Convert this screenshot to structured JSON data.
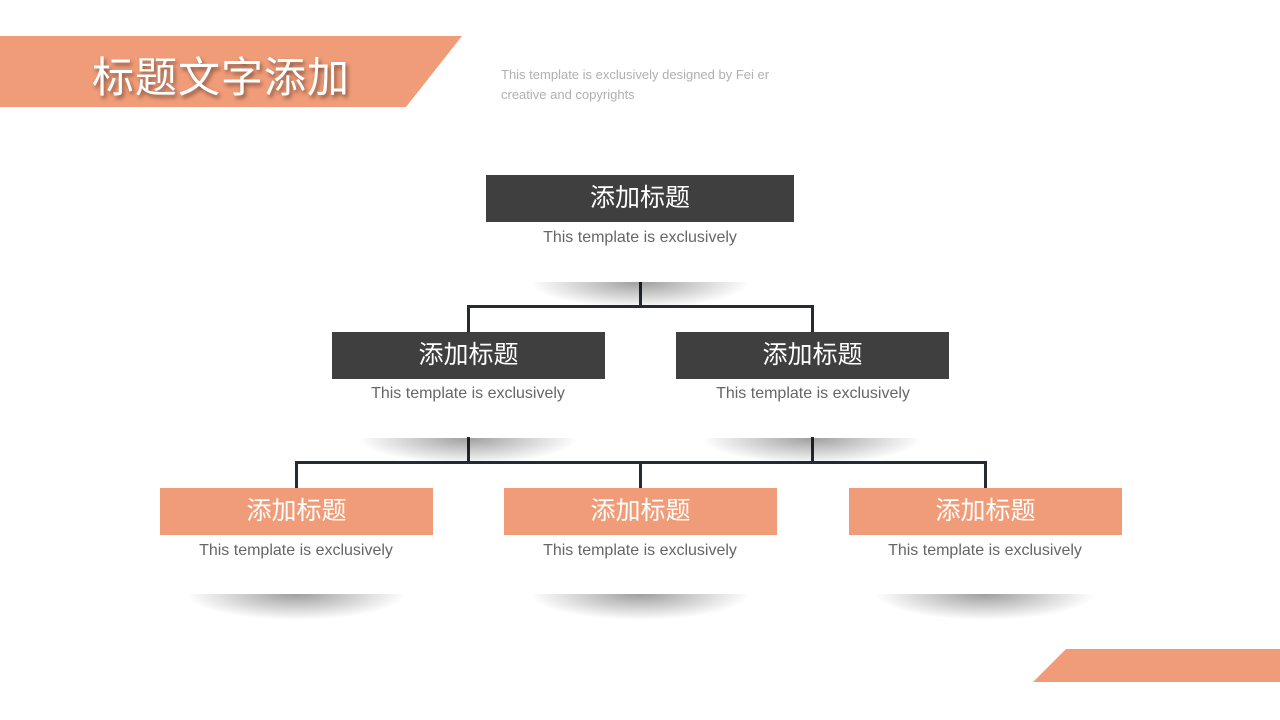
{
  "header": {
    "title": "标题文字添加",
    "subtitle": "This template is exclusively  designed by Fei er creative and copyrights"
  },
  "nodes": [
    {
      "title": "添加标题",
      "desc": "This template is exclusively"
    },
    {
      "title": "添加标题",
      "desc": "This template is exclusively"
    },
    {
      "title": "添加标题",
      "desc": "This template is exclusively"
    },
    {
      "title": "添加标题",
      "desc": "This template is exclusively"
    },
    {
      "title": "添加标题",
      "desc": "This template is exclusively"
    },
    {
      "title": "添加标题",
      "desc": "This template is exclusively"
    }
  ],
  "colors": {
    "accent": "#f19c78",
    "dark": "#3f3f3f",
    "line": "#262b33"
  }
}
